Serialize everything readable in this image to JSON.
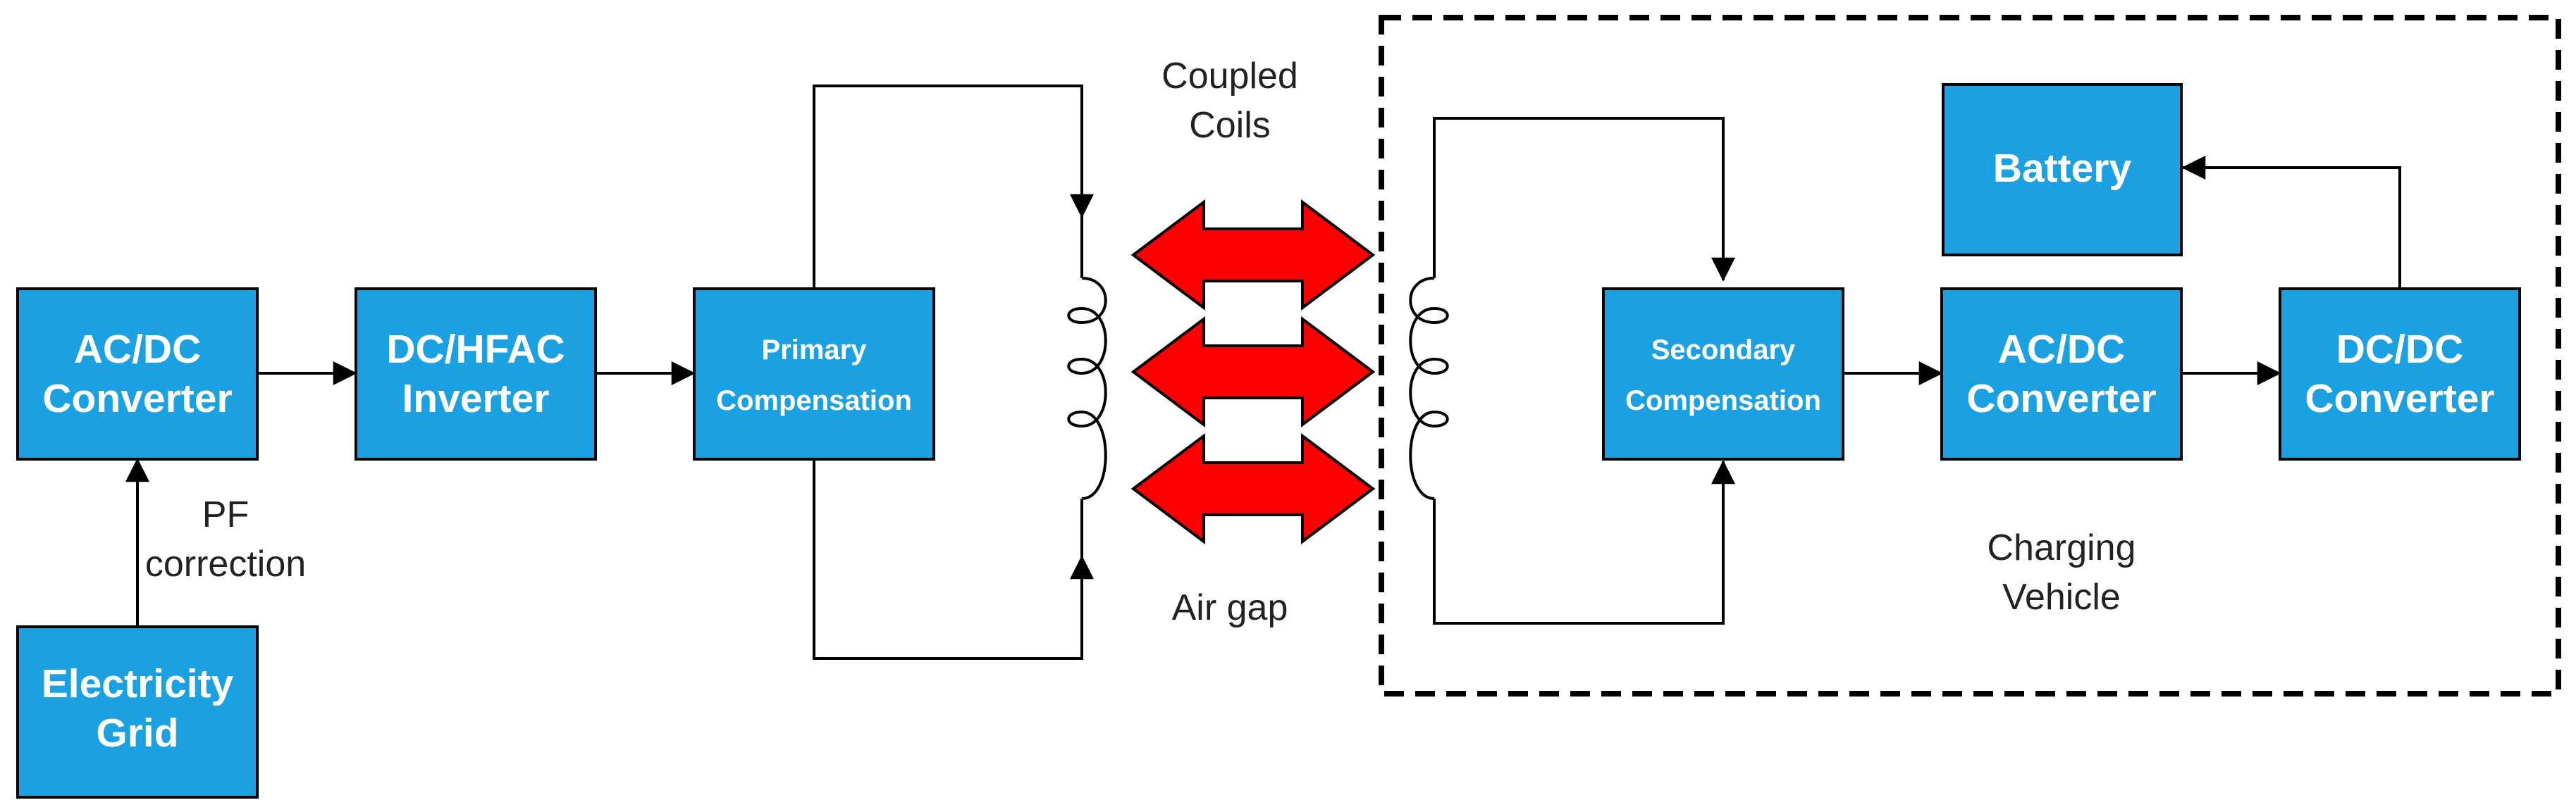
{
  "colors": {
    "block_fill": "#1ba1e2",
    "block_stroke": "#000000",
    "line": "#000000",
    "arrow_fill": "#ff0000",
    "text_on_block": "#ffffff",
    "free_text": "#222222"
  },
  "blocks": {
    "acdc_left": {
      "line1": "AC/DC",
      "line2": "Converter"
    },
    "grid": {
      "line1": "Electricity",
      "line2": "Grid"
    },
    "inverter": {
      "line1": "DC/HFAC",
      "line2": "Inverter"
    },
    "primary_comp": {
      "line1": "Primary",
      "line2": "Compensation"
    },
    "secondary_comp": {
      "line1": "Secondary",
      "line2": "Compensation"
    },
    "acdc_right": {
      "line1": "AC/DC",
      "line2": "Converter"
    },
    "dcdc": {
      "line1": "DC/DC",
      "line2": "Converter"
    },
    "battery": {
      "line1": "Battery"
    }
  },
  "labels": {
    "pf_correction": {
      "line1": "PF",
      "line2": "correction"
    },
    "coupled_coils": {
      "line1": "Coupled",
      "line2": "Coils"
    },
    "air_gap": "Air gap",
    "charging_vehicle": {
      "line1": "Charging",
      "line2": "Vehicle"
    }
  },
  "icons": [
    "primary-coil-icon",
    "secondary-coil-icon",
    "power-transfer-arrow-icon",
    "flow-arrow-icon"
  ]
}
